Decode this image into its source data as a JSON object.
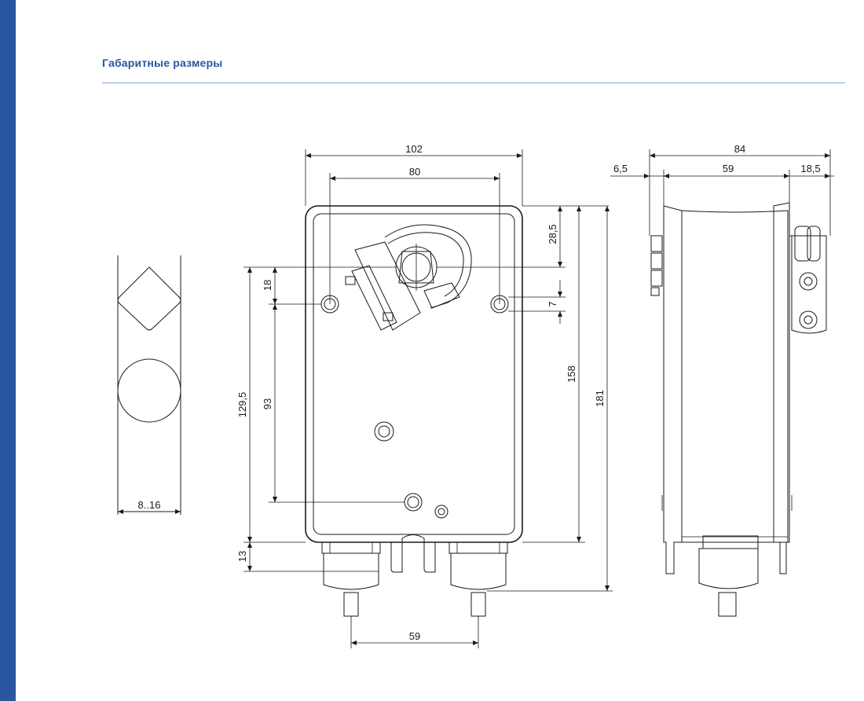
{
  "header": {
    "title": "Габаритные размеры",
    "accent_color": "#2a56a0",
    "rule_color": "#7fa6cf"
  },
  "dimensions": {
    "shaft_width": "8..16",
    "front_width_total": "102",
    "front_holes_spacing": "80",
    "top_to_axis": "28,5",
    "axis_to_holes": "18",
    "hole_offset": "7",
    "holes_to_bottom_hole": "93",
    "axis_to_body_bottom": "129,5",
    "body_height": "158",
    "total_height": "181",
    "cable_gland_offset": "13",
    "cable_glands_spacing": "59",
    "side_depth_total": "84",
    "side_flange": "6,5",
    "side_body_depth": "59",
    "side_bracket": "18,5"
  }
}
